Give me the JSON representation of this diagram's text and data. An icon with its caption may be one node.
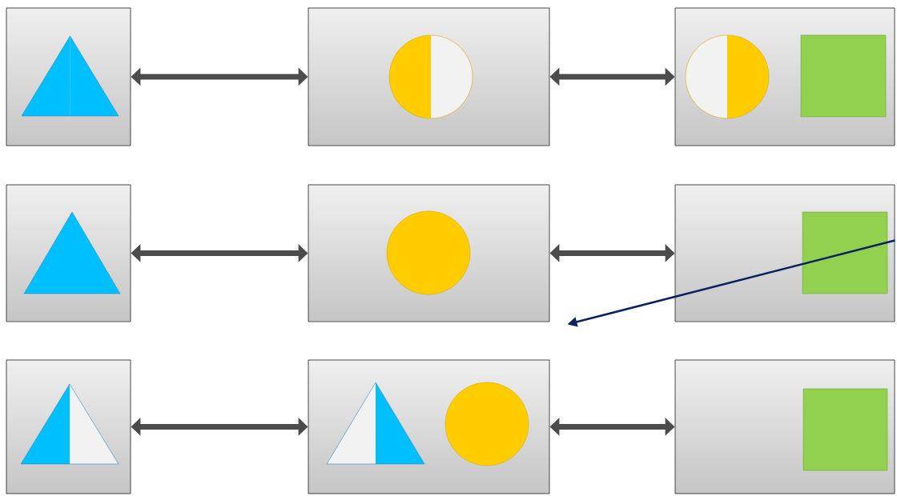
{
  "diagram": {
    "nodes": [
      {
        "text": [],
        "shape": "box"
      },
      {
        "text": [],
        "shape": "box"
      },
      {
        "text": [],
        "shape": "box"
      },
      {
        "text": [],
        "shape": "box"
      },
      {
        "text": [],
        "shape": "box"
      },
      {
        "text": [],
        "shape": "box"
      },
      {
        "text": [],
        "shape": "box"
      },
      {
        "text": [],
        "shape": "box"
      },
      {
        "text": [],
        "shape": "box"
      }
    ],
    "edges": [
      {
        "from": 0,
        "to": 1,
        "arrow": "both"
      },
      {
        "from": 1,
        "to": 2,
        "arrow": "both"
      },
      {
        "from": 3,
        "to": 4,
        "arrow": "both"
      },
      {
        "from": 4,
        "to": 5,
        "arrow": "both"
      },
      {
        "from": 6,
        "to": 7,
        "arrow": "both"
      },
      {
        "from": 7,
        "to": 8,
        "arrow": "both"
      },
      {
        "from": 5,
        "to": 4,
        "arrow": "to",
        "color": "#0c2260"
      }
    ]
  }
}
